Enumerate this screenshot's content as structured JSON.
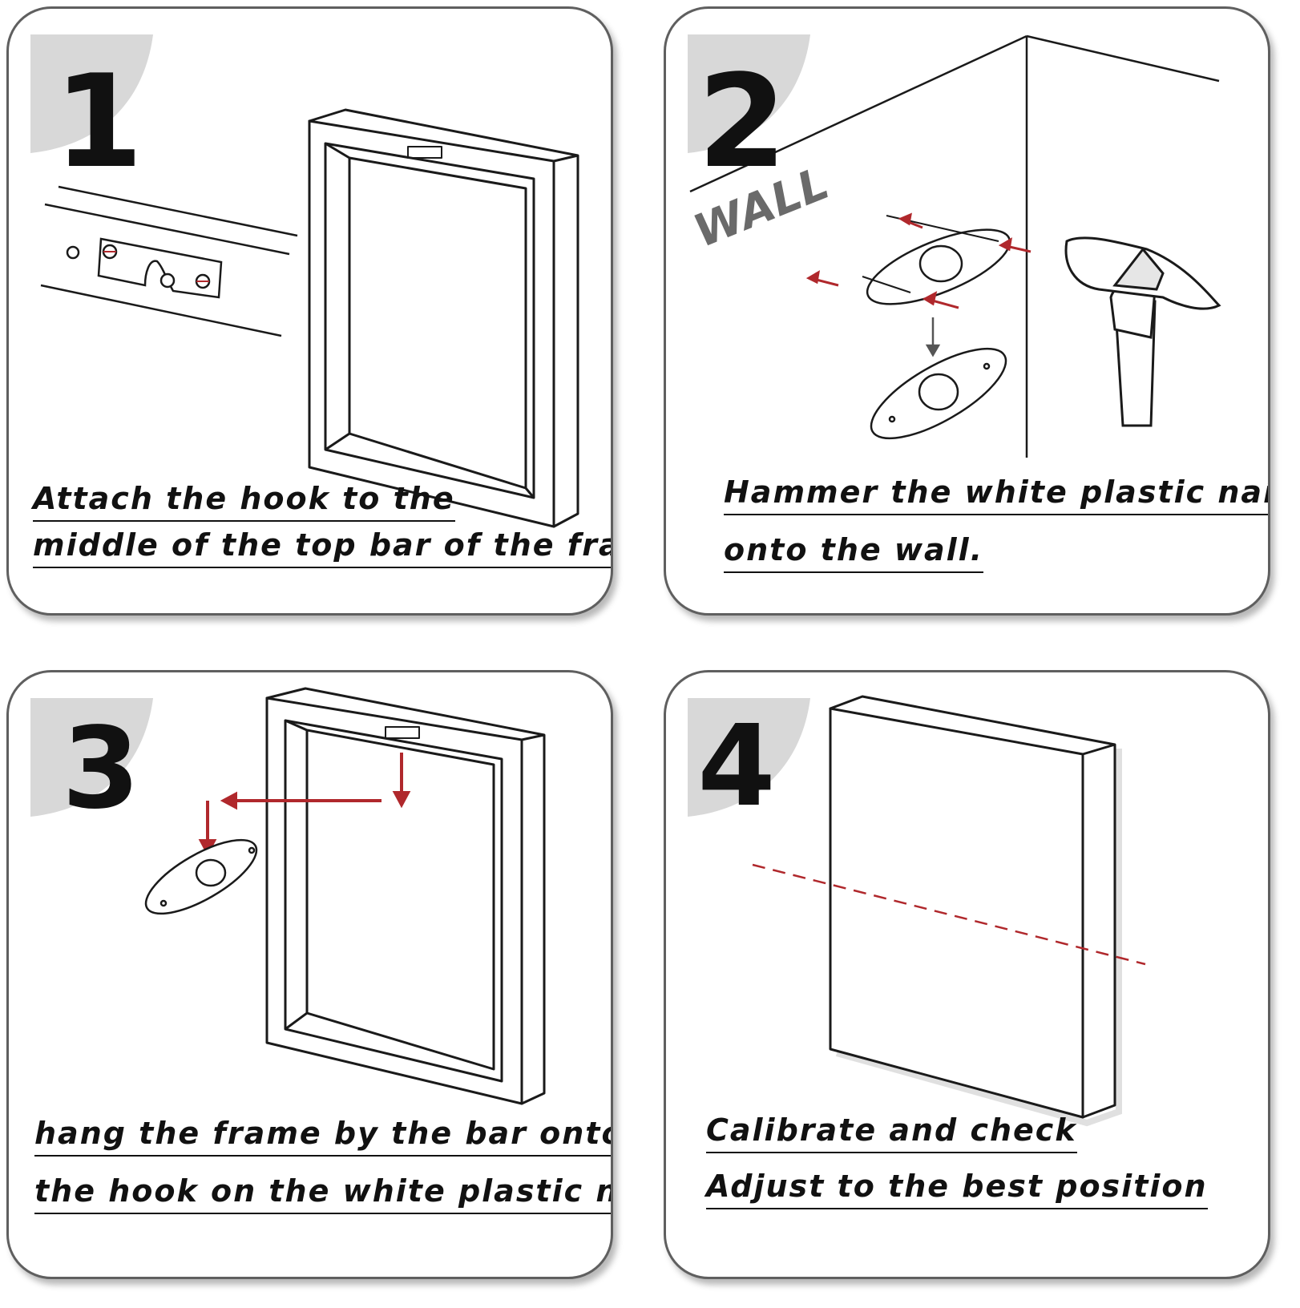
{
  "steps": [
    {
      "number": "1",
      "lines": [
        "Attach the hook to the",
        "middle of the top bar of the frame"
      ]
    },
    {
      "number": "2",
      "lines": [
        "Hammer the white plastic nail",
        "onto the wall."
      ]
    },
    {
      "number": "3",
      "lines": [
        "hang the frame by the bar onto",
        "the hook on the white plastic nail"
      ]
    },
    {
      "number": "4",
      "lines": [
        "Calibrate and check",
        "Adjust to the best position"
      ]
    }
  ],
  "wall_label": "WALL",
  "colors": {
    "arrow": "#b0282c",
    "badge": "#d8d8d8",
    "line": "#1a1a1a",
    "border": "#5f5f5f"
  }
}
